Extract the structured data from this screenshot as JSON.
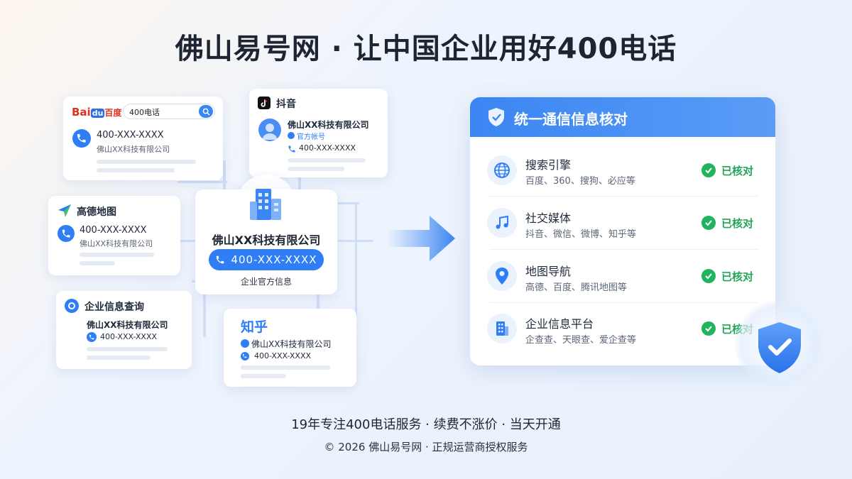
{
  "title": "佛山易号网 · 让中国企业用好400电话",
  "baidu": {
    "logo_left": "Bai",
    "logo_mid": "du",
    "logo_right": "百度",
    "search_value": "400电话",
    "phone": "400-XXX-XXXX",
    "company": "佛山XX科技有限公司"
  },
  "douyin": {
    "name": "抖音",
    "company": "佛山XX科技有限公司",
    "badge": "官方帐号",
    "phone": "400-XXX-XXXX"
  },
  "amap": {
    "name": "高德地图",
    "phone": "400-XXX-XXXX",
    "company": "佛山XX科技有限公司"
  },
  "center": {
    "company": "佛山XX科技有限公司",
    "phone": "400-XXX-XXXX",
    "caption": "企业官方信息"
  },
  "qichacha": {
    "name": "企业信息查询",
    "company": "佛山XX科技有限公司",
    "phone": "400-XXX-XXXX"
  },
  "zhihu": {
    "name": "知乎",
    "company": "佛山XX科技有限公司",
    "phone": "400-XXX-XXXX"
  },
  "panel": {
    "title": "统一通信信息核对",
    "rows": [
      {
        "title": "搜索引擎",
        "sub": "百度、360、搜狗、必应等",
        "status": "已核对",
        "icon": "globe-icon"
      },
      {
        "title": "社交媒体",
        "sub": "抖音、微信、微博、知乎等",
        "status": "已核对",
        "icon": "music-note-icon"
      },
      {
        "title": "地图导航",
        "sub": "高德、百度、腾讯地图等",
        "status": "已核对",
        "icon": "map-pin-icon"
      },
      {
        "title": "企业信息平台",
        "sub": "企查查、天眼查、爱企查等",
        "status": "已核对",
        "icon": "building-icon"
      }
    ]
  },
  "footer": {
    "line1": "19年专注400电话服务 · 续费不涨价 · 当天开通",
    "line2": "© 2026 佛山易号网 · 正规运营商授权服务"
  },
  "colors": {
    "accent": "#2f7ef5",
    "success": "#22b35e",
    "title": "#1e2532"
  }
}
